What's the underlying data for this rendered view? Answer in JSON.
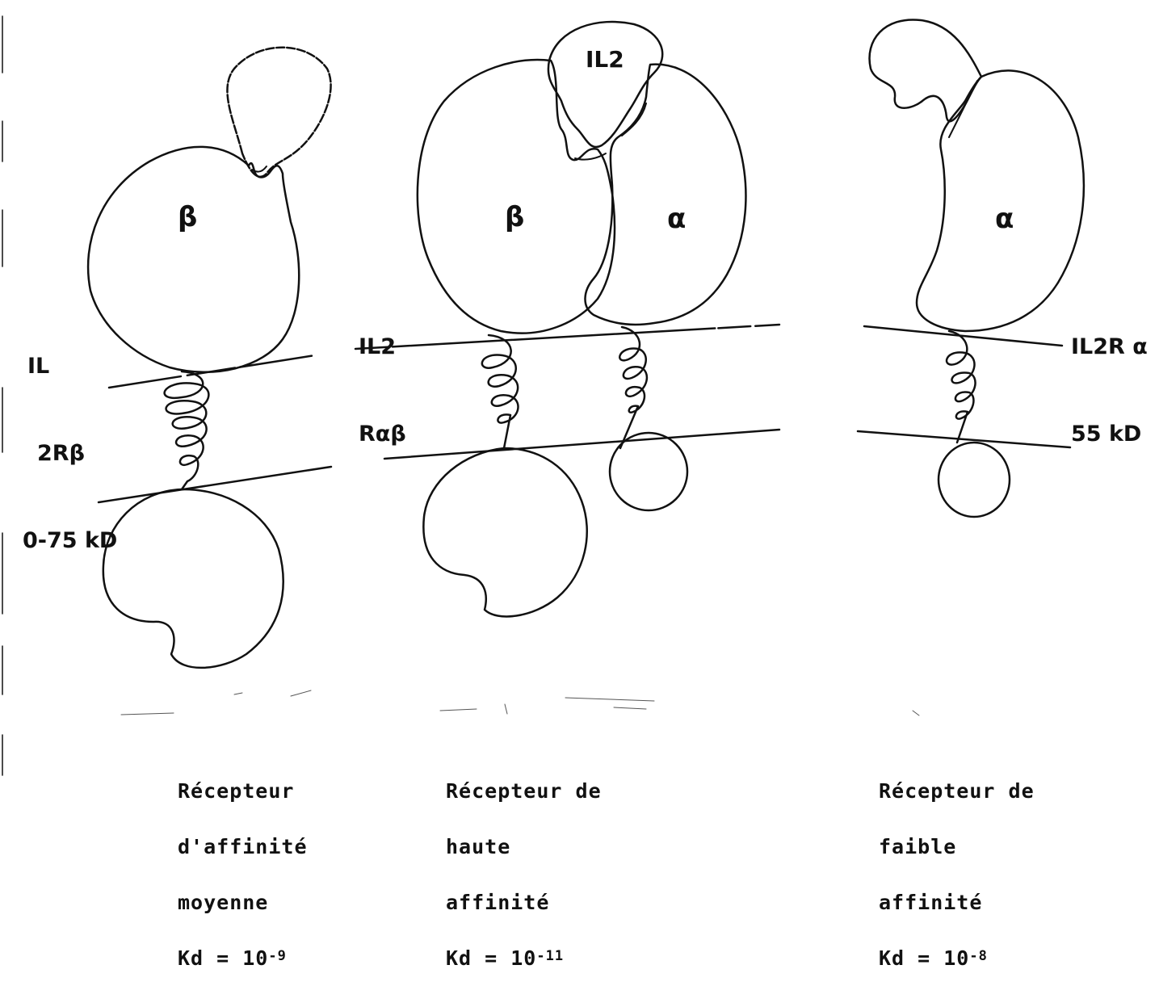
{
  "labels": {
    "beta_left": "β",
    "beta_mid": "β",
    "alpha_mid": "α",
    "alpha_right": "α",
    "il2_ligand": "IL2"
  },
  "left_receptor": {
    "side_label_line1": "IL",
    "side_label_line2": "2Rβ",
    "side_label_line3": "0-75 kD",
    "caption_line1": "Récepteur",
    "caption_line2": "d'affinité",
    "caption_line3": "moyenne",
    "kd_prefix": "Kd = 10",
    "kd_exp": "-9"
  },
  "middle_receptor": {
    "side_label_line1": "IL2",
    "side_label_line2": "Rαβ",
    "caption_line1": "Récepteur de",
    "caption_line2": "haute",
    "caption_line3": "affinité",
    "kd_prefix": "Kd = 10",
    "kd_exp": "-11"
  },
  "right_receptor": {
    "side_label_line1": "IL2R α",
    "side_label_line2": "55 kD",
    "caption_line1": "Récepteur de",
    "caption_line2": "faible",
    "caption_line3": "affinité",
    "kd_prefix": "Kd = 10",
    "kd_exp": "-8"
  }
}
